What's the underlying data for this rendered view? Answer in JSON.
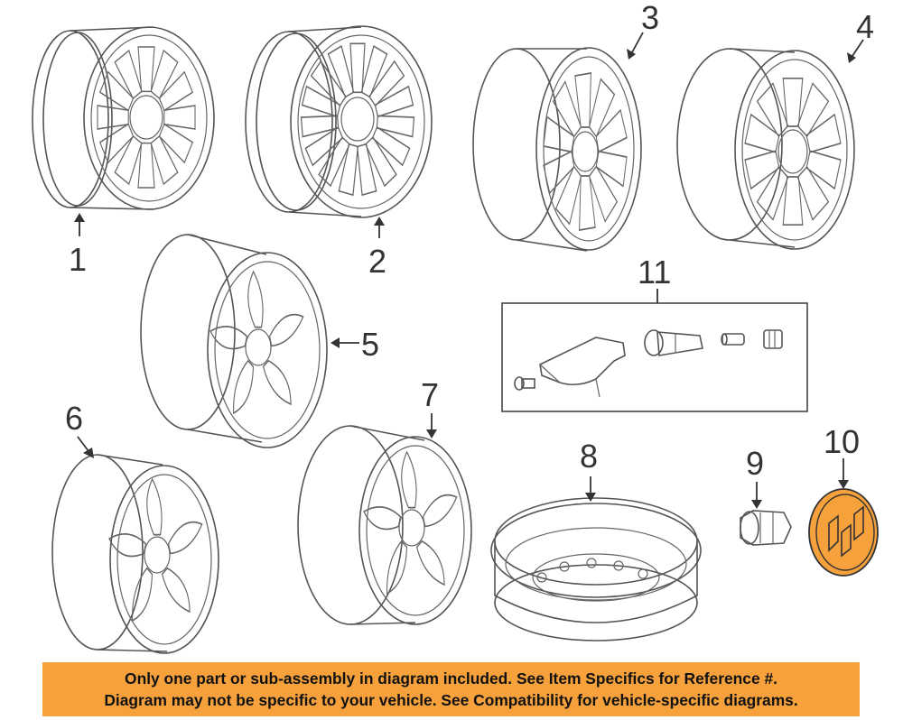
{
  "callouts": {
    "c1": "1",
    "c2": "2",
    "c3": "3",
    "c4": "4",
    "c5": "5",
    "c6": "6",
    "c7": "7",
    "c8": "8",
    "c9": "9",
    "c10": "10",
    "c11": "11"
  },
  "banner": {
    "line1": "Only one part or sub-assembly in diagram included. See Item Specifics for Reference #.",
    "line2": "Diagram may not be specific to your vehicle. See Compatibility for vehicle-specific diagrams."
  },
  "colors": {
    "highlight": "#f6a13b",
    "banner_bg": "#f6a13b",
    "line": "#555555"
  }
}
